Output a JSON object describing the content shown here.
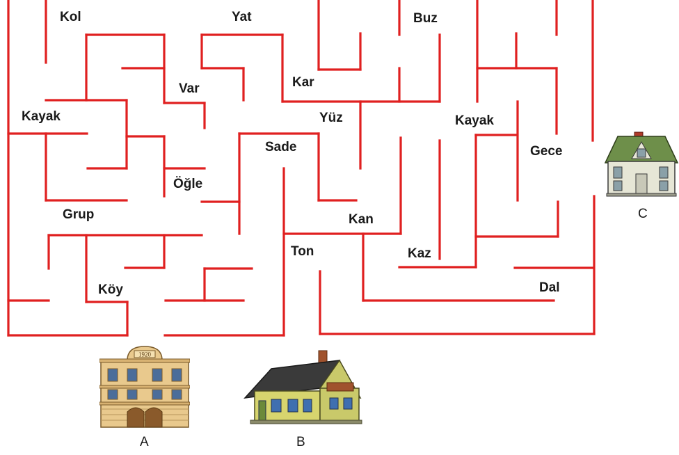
{
  "colors": {
    "wall": "#e02020",
    "text": "#1a1a1a"
  },
  "words": {
    "kol": "Kol",
    "yat": "Yat",
    "buz": "Buz",
    "var": "Var",
    "kar": "Kar",
    "kayak_left": "Kayak",
    "yuz": "Yüz",
    "kayak_right": "Kayak",
    "sade": "Sade",
    "gece": "Gece",
    "ogle": "Öğle",
    "grup": "Grup",
    "kan": "Kan",
    "ton": "Ton",
    "kaz": "Kaz",
    "koy": "Köy",
    "dal": "Dal"
  },
  "buildings": {
    "a": {
      "label": "A",
      "sign": "1920",
      "icon": "old-apartment-building"
    },
    "b": {
      "label": "B",
      "icon": "wooden-house"
    },
    "c": {
      "label": "C",
      "icon": "victorian-house"
    }
  }
}
